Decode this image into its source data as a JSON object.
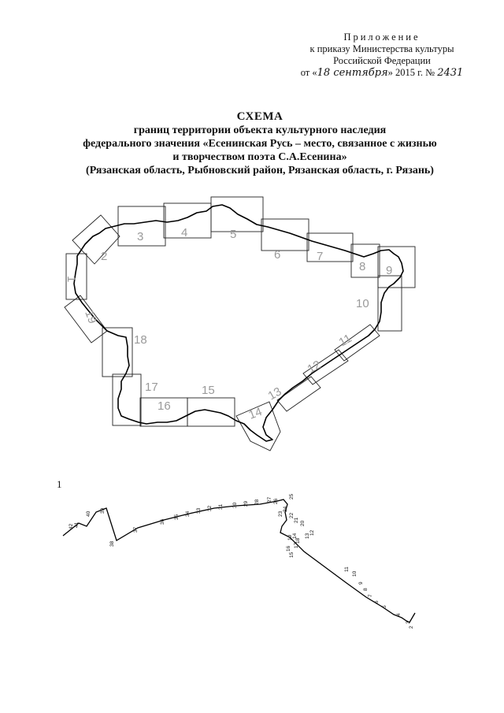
{
  "appendix": {
    "title": "Приложение",
    "line1": "к приказу Министерства культуры",
    "line2": "Российской Федерации",
    "date_prefix": "от «",
    "date_handwritten": "18 сентября",
    "date_suffix": "2015 г. №",
    "number_handwritten": "2431"
  },
  "heading": {
    "title": "СХЕМА",
    "line1": "границ территории объекта культурного наследия",
    "line2": "федерального значения «Есенинская Русь – место, связанное с жизнью",
    "line3": "и творчеством поэта С.А.Есенина»",
    "line4": "(Рязанская область, Рыбновский район, Рязанская область, г. Рязань)"
  },
  "map": {
    "tile_labels": [
      "1",
      "2",
      "3",
      "4",
      "5",
      "6",
      "7",
      "8",
      "9",
      "10",
      "11",
      "12",
      "13",
      "14",
      "15",
      "16",
      "17",
      "18",
      "19"
    ]
  },
  "detail": {
    "label": "1",
    "point_labels": [
      "42",
      "41",
      "40",
      "39",
      "38",
      "37",
      "36",
      "35",
      "34",
      "33",
      "32",
      "31",
      "30",
      "29",
      "28",
      "27",
      "26",
      "25",
      "24",
      "23",
      "22",
      "21",
      "20",
      "19",
      "18",
      "17",
      "16",
      "15",
      "14",
      "13",
      "12",
      "11",
      "10",
      "9",
      "8",
      "7",
      "6",
      "5",
      "4",
      "3",
      "2"
    ]
  }
}
